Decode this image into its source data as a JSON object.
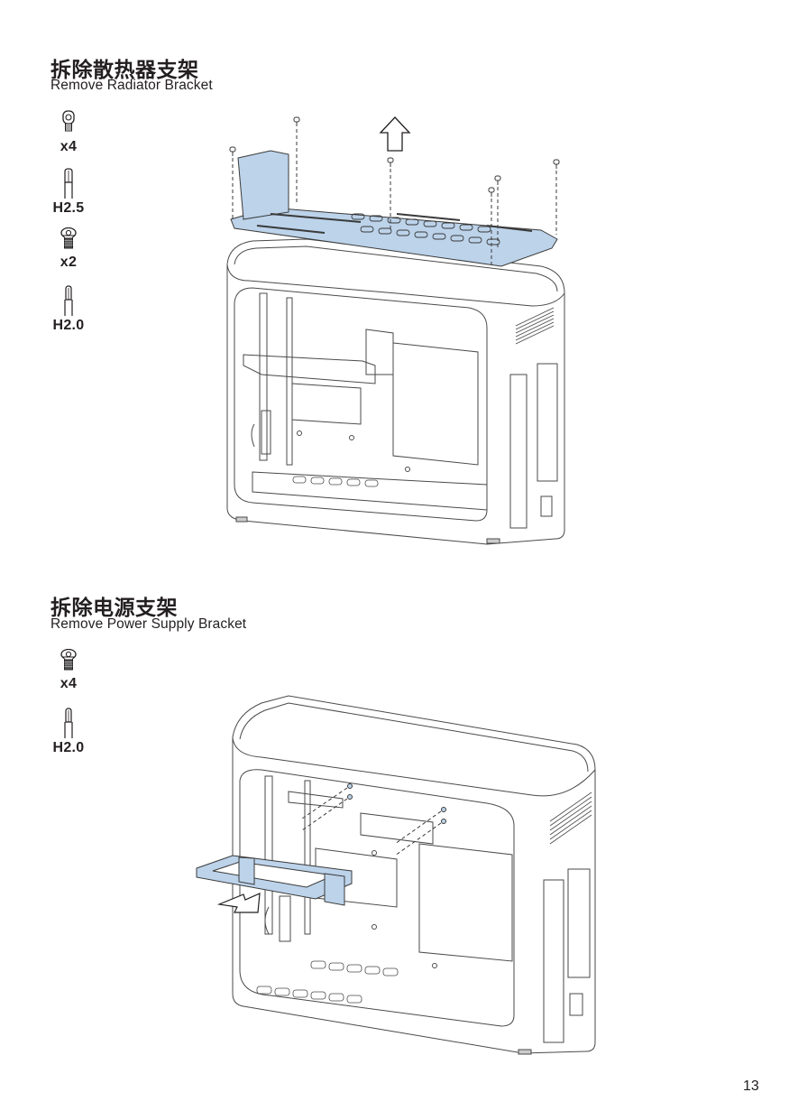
{
  "sections": [
    {
      "title_cn": "拆除散热器支架",
      "title_en": "Remove Radiator Bracket",
      "tools": [
        {
          "icon": "socket-cap-screw-icon",
          "label": "x4"
        },
        {
          "icon": "hex-key-icon",
          "label": "H2.5"
        },
        {
          "icon": "flat-head-screw-icon",
          "label": "x2"
        },
        {
          "icon": "hex-key-icon",
          "label": "H2.0"
        }
      ],
      "illustration": "radiator-bracket-removal",
      "direction": "up"
    },
    {
      "title_cn": "拆除电源支架",
      "title_en": "Remove Power Supply Bracket",
      "tools": [
        {
          "icon": "flat-head-screw-icon",
          "label": "x4"
        },
        {
          "icon": "hex-key-icon",
          "label": "H2.0"
        }
      ],
      "illustration": "psu-bracket-removal",
      "direction": "out-left"
    }
  ],
  "colors": {
    "highlight_part": "#bcd3ea",
    "line": "#4a4a4a",
    "text": "#231f20"
  },
  "page_number": "13"
}
